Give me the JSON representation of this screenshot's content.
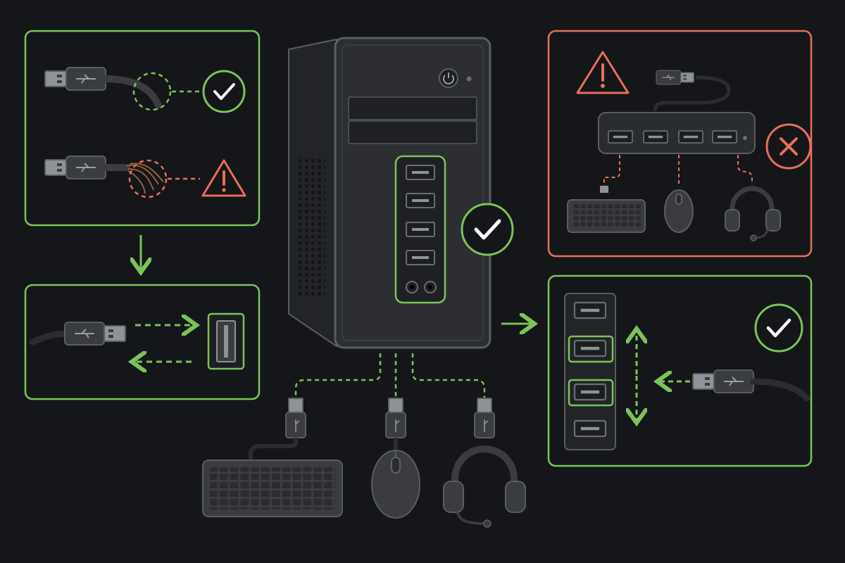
{
  "colors": {
    "background": "#141619",
    "ok": "#7cc35a",
    "bad": "#e8705c",
    "device": "#3a3c3f",
    "device_dark": "#222428",
    "outline": "#5a5d61"
  },
  "icons": {
    "ok": "check-circle-icon",
    "warn": "warning-triangle-icon",
    "error": "x-circle-icon",
    "usb": "usb-symbol-icon",
    "power": "power-icon"
  },
  "panels": {
    "cable_condition": {
      "status": "ok",
      "items": [
        {
          "cable": "intact",
          "status": "ok"
        },
        {
          "cable": "frayed",
          "status": "warn"
        }
      ]
    },
    "plug_orientation": {
      "status": "ok"
    },
    "front_ports": {
      "status": "ok",
      "usb_ports": 4,
      "audio_jacks": 2
    },
    "unpowered_hub": {
      "status": "error",
      "hub_ports": 4,
      "devices": [
        "keyboard",
        "mouse",
        "headset"
      ]
    },
    "alternate_port": {
      "status": "ok",
      "ports": 4
    }
  },
  "peripherals": [
    "keyboard",
    "mouse",
    "headset"
  ]
}
